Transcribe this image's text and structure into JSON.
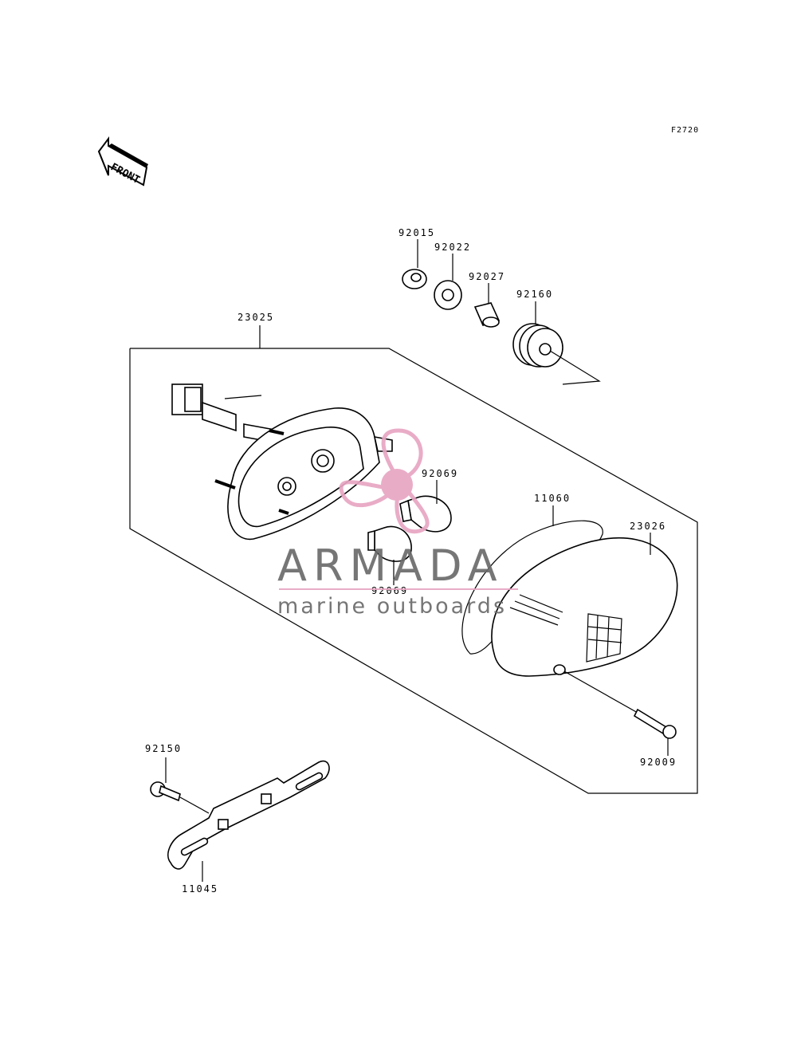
{
  "figure_ref": "F2720",
  "front_label": "FRONT",
  "parts": {
    "p92015": "92015",
    "p92022": "92022",
    "p92027": "92027",
    "p92160": "92160",
    "p23025": "23025",
    "p92069_upper": "92069",
    "p92069_lower": "92069",
    "p11060": "11060",
    "p23026": "23026",
    "p92009": "92009",
    "p92150": "92150",
    "p11045": "11045"
  },
  "watermark": {
    "brand": "ARMADA",
    "tagline": "marine outboards",
    "logo_color": "#e8a5c3",
    "text_color": "#6b6b6b"
  }
}
